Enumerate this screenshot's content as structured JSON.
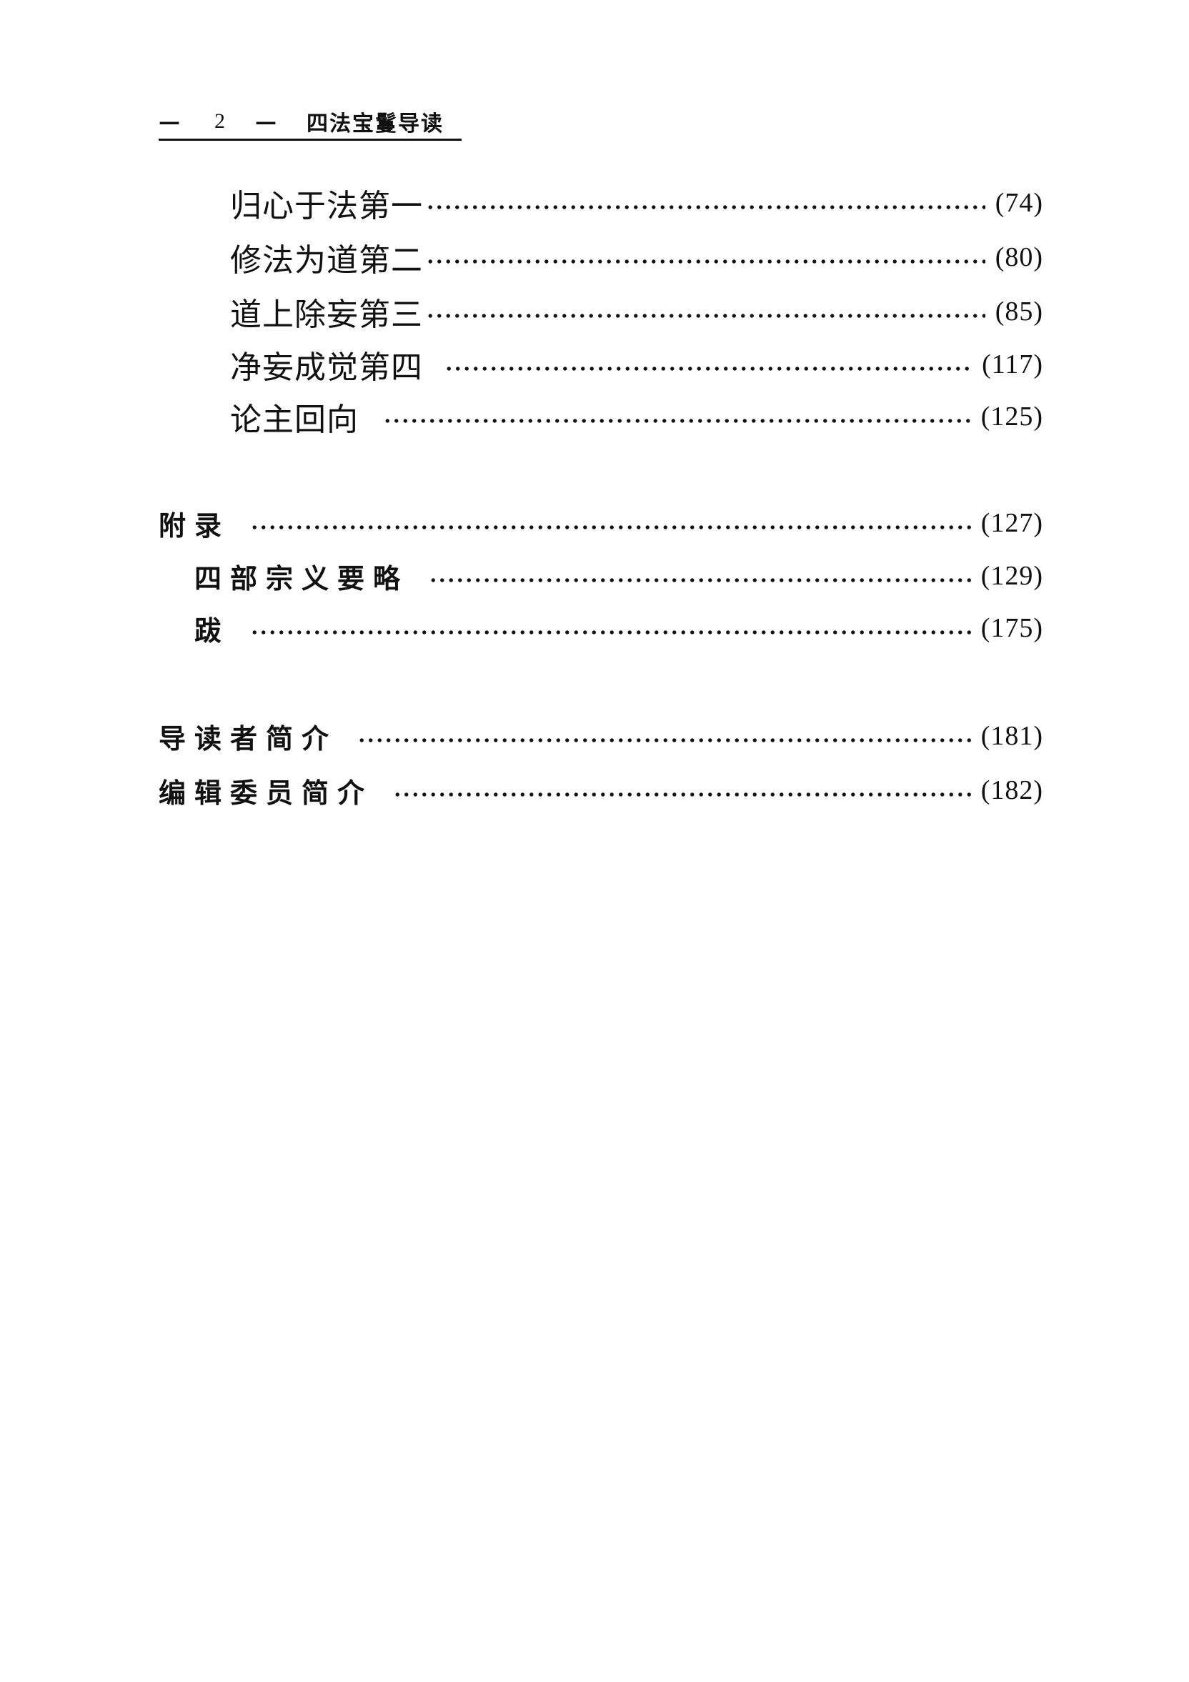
{
  "header": {
    "page_number": "2",
    "book_title": "四法宝鬘导读"
  },
  "toc": {
    "chapters": [
      {
        "title": "归心于法第一",
        "page": "(74)"
      },
      {
        "title": "修法为道第二",
        "page": "(80)"
      },
      {
        "title": "道上除妄第三",
        "page": "(85)"
      },
      {
        "title": "净妄成觉第四",
        "page": "(117)"
      },
      {
        "title": "论主回向",
        "page": "(125)"
      }
    ],
    "appendix": {
      "title": "附录",
      "page": "(127)"
    },
    "appendix_items": [
      {
        "title": "四部宗义要略",
        "page": "(129)"
      },
      {
        "title": "跋",
        "page": "(175)"
      }
    ],
    "back_matter": [
      {
        "title": "导读者简介",
        "page": "(181)"
      },
      {
        "title": "编辑委员简介",
        "page": "(182)"
      }
    ]
  }
}
